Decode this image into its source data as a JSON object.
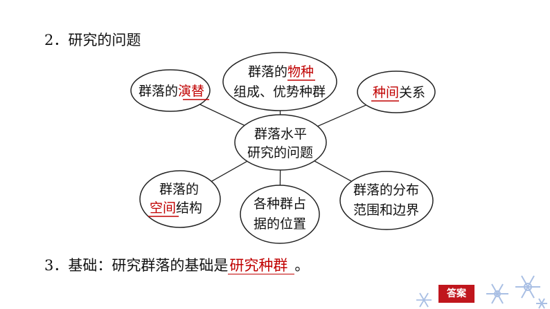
{
  "heading": "2．研究的问题",
  "diagram": {
    "center": {
      "line1": "群落水平",
      "line2": "研究的问题"
    },
    "succession": {
      "prefix": "群落的",
      "answer": "演替"
    },
    "composition": {
      "line1_prefix": "群落的",
      "line1_answer": "物种",
      "line2": "组成、优势种群"
    },
    "interspecific": {
      "answer": "种间",
      "suffix": "关系"
    },
    "spatial": {
      "line1": "群落的",
      "line2_answer": "空间",
      "line2_suffix": "结构"
    },
    "niche": {
      "line1": "各种群占",
      "line2": "据的位置"
    },
    "distribution": {
      "line1": "群落的分布",
      "line2": "范围和边界"
    }
  },
  "basis": {
    "prefix": "3．基础：研究群落的基础是",
    "answer": "研究种群",
    "suffix": "。"
  },
  "answer_button": "答案",
  "colors": {
    "answer_red": "#c00000",
    "button_red": "#c0161d",
    "snowflake": "#a9bfe4"
  }
}
